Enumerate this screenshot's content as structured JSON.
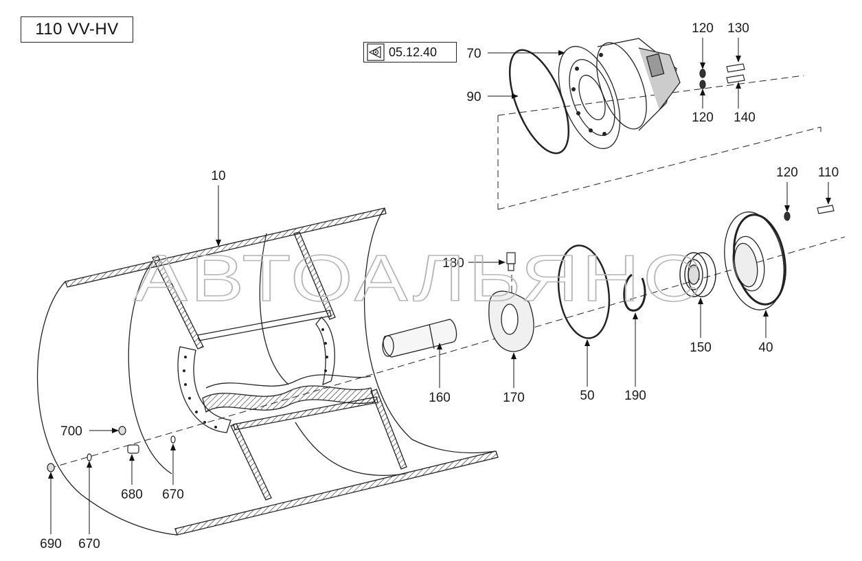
{
  "header": {
    "model_title": "110 VV-HV",
    "reference_code": "05.12.40"
  },
  "watermark": "АВТОАЛЬЯНС",
  "callouts": [
    {
      "id": "lbl-10",
      "text": "10"
    },
    {
      "id": "lbl-40",
      "text": "40"
    },
    {
      "id": "lbl-50",
      "text": "50"
    },
    {
      "id": "lbl-70",
      "text": "70"
    },
    {
      "id": "lbl-90",
      "text": "90"
    },
    {
      "id": "lbl-110",
      "text": "110"
    },
    {
      "id": "lbl-120a",
      "text": "120"
    },
    {
      "id": "lbl-120b",
      "text": "120"
    },
    {
      "id": "lbl-120c",
      "text": "120"
    },
    {
      "id": "lbl-130",
      "text": "130"
    },
    {
      "id": "lbl-140",
      "text": "140"
    },
    {
      "id": "lbl-150",
      "text": "150"
    },
    {
      "id": "lbl-160",
      "text": "160"
    },
    {
      "id": "lbl-170",
      "text": "170"
    },
    {
      "id": "lbl-180",
      "text": "180"
    },
    {
      "id": "lbl-190",
      "text": "190"
    },
    {
      "id": "lbl-670a",
      "text": "670"
    },
    {
      "id": "lbl-670b",
      "text": "670"
    },
    {
      "id": "lbl-680",
      "text": "680"
    },
    {
      "id": "lbl-690",
      "text": "690"
    },
    {
      "id": "lbl-700",
      "text": "700"
    }
  ],
  "icons": {
    "reference": "view-reference-icon"
  }
}
